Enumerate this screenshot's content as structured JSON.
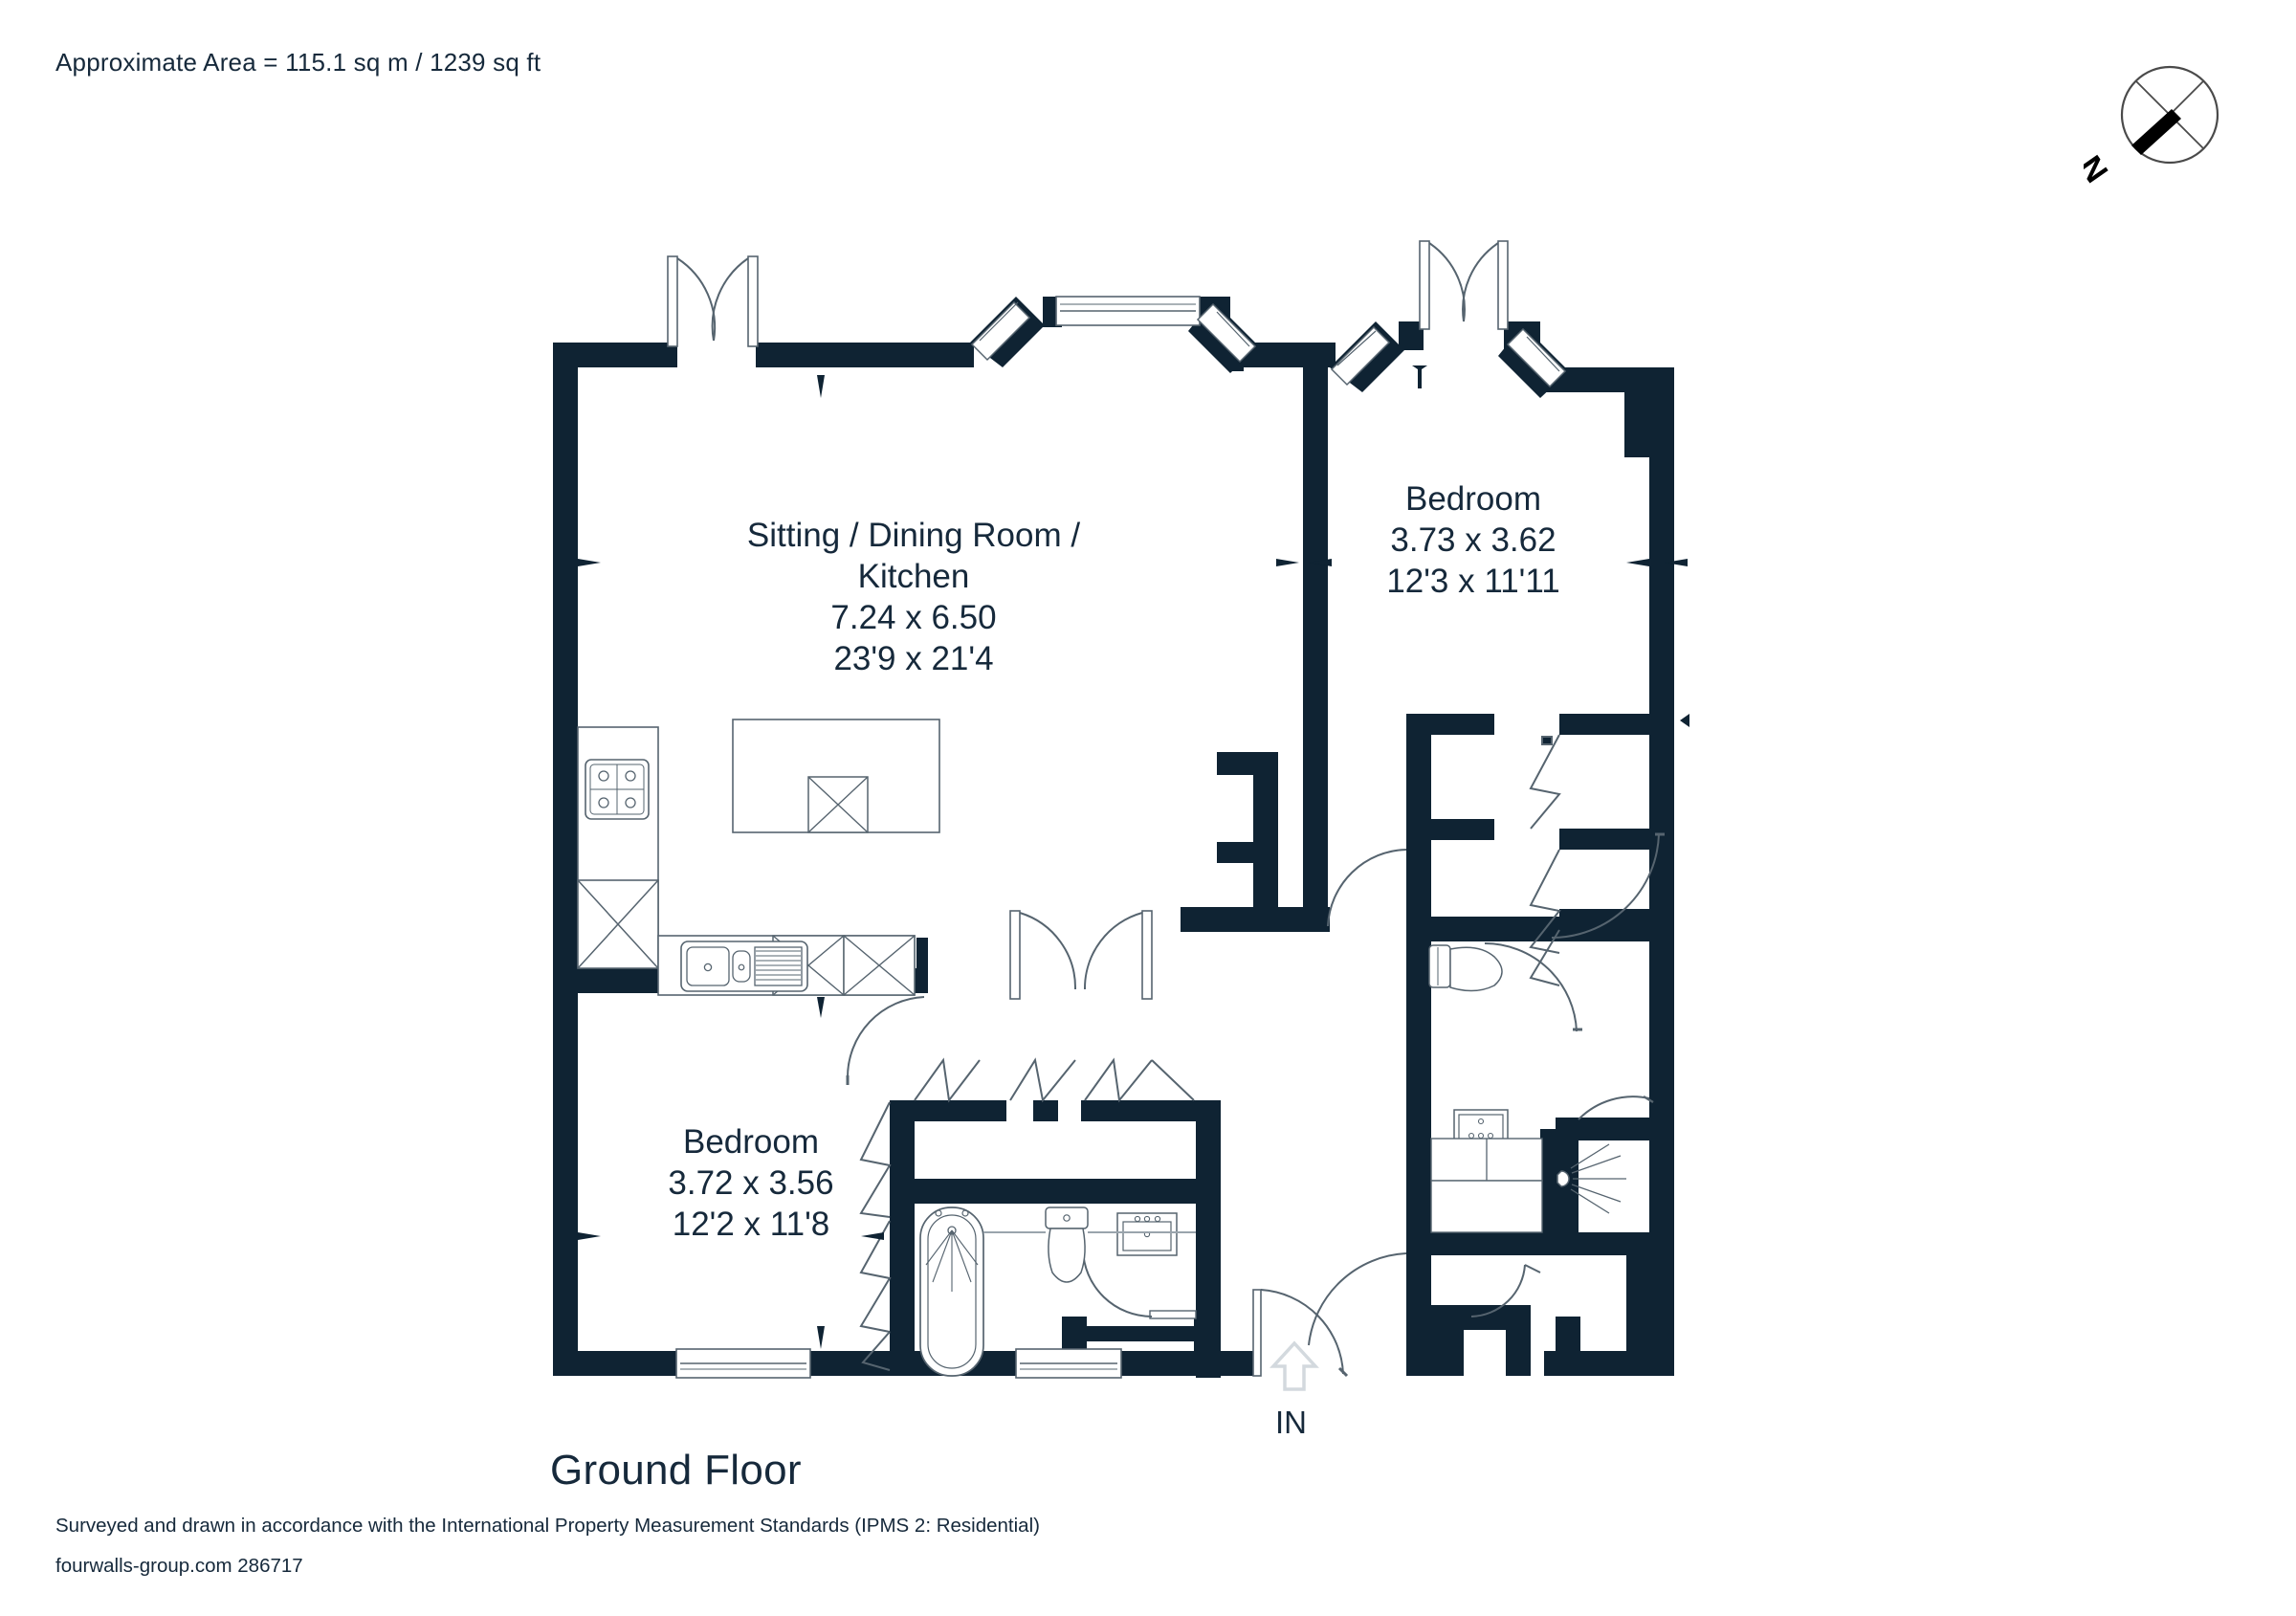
{
  "header": {
    "area_text": "Approximate Area = 115.1 sq m / 1239 sq ft"
  },
  "compass": {
    "north_label": "N",
    "icon": "compass-rose-icon"
  },
  "floor": {
    "title": "Ground Floor"
  },
  "footer": {
    "line1": "Surveyed and drawn in accordance with the International Property Measurement Standards (IPMS 2: Residential)",
    "line2": "fourwalls-group.com 286717"
  },
  "entrance": {
    "label": "IN",
    "arrow": "arrow-up-icon"
  },
  "rooms": [
    {
      "id": "sitting-dining-kitchen",
      "name_line1": "Sitting / Dining Room /",
      "name_line2": "Kitchen",
      "metric": "7.24 x 6.50",
      "imperial": "23'9 x 21'4"
    },
    {
      "id": "bedroom-1",
      "name_line1": "Bedroom",
      "metric": "3.73 x 3.62",
      "imperial": "12'3 x 11'11"
    },
    {
      "id": "bedroom-2",
      "name_line1": "Bedroom",
      "metric": "3.72 x 3.56",
      "imperial": "12'2 x 11'8"
    }
  ],
  "fixtures": [
    {
      "name": "hob-4-burner",
      "room": "sitting-dining-kitchen"
    },
    {
      "name": "kitchen-sink-with-drainer",
      "room": "sitting-dining-kitchen"
    },
    {
      "name": "kitchen-island",
      "room": "sitting-dining-kitchen"
    },
    {
      "name": "cabinet-unit",
      "room": "sitting-dining-kitchen"
    },
    {
      "name": "bath-tub-with-shower",
      "room": "bathroom"
    },
    {
      "name": "wc-toilet",
      "room": "bathroom"
    },
    {
      "name": "wash-basin",
      "room": "bathroom"
    },
    {
      "name": "wc-toilet",
      "room": "en-suite"
    },
    {
      "name": "wash-basin",
      "room": "en-suite"
    },
    {
      "name": "shower-head",
      "room": "en-suite"
    },
    {
      "name": "wardrobe-bifold",
      "room": "bedroom-2"
    },
    {
      "name": "wardrobe-bifold",
      "room": "hallway"
    }
  ],
  "colors": {
    "wall": "#0f2333",
    "line": "#56646f",
    "text": "#16293b",
    "background": "#ffffff",
    "arrow_light": "#d8dde1"
  }
}
